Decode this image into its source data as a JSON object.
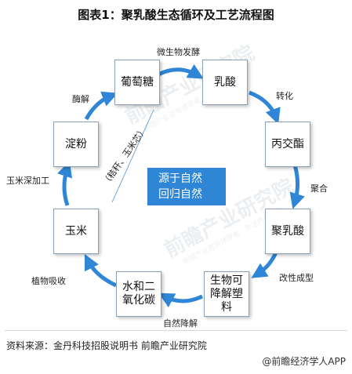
{
  "title": "图表1：聚乳酸生态循环及工艺流程图",
  "nodes": {
    "glucose": "葡萄糖",
    "lactic_acid": "乳酸",
    "lactide": "丙交酯",
    "pla": "聚乳酸",
    "biodegradable_line1": "生物可",
    "biodegradable_line2": "降解塑",
    "biodegradable_line3": "料",
    "co2_line1": "水和二",
    "co2_line2": "氧化碳",
    "corn": "玉米",
    "starch": "淀粉"
  },
  "edges": {
    "fermentation": "微生物发酵",
    "conversion": "转化",
    "polymerization": "聚合",
    "modification": "改性成型",
    "degradation": "自然降解",
    "plant_absorption": "植物吸收",
    "deep_processing": "玉米深加工",
    "enzymolysis": "酶解"
  },
  "center": {
    "line1": "源于自然",
    "line2": "回归自然"
  },
  "side_note": "（秸秆、玉米芯）",
  "watermark": {
    "main": "前瞻产业研究院",
    "sub": "中国产业咨询领导者 · 专注产业研究"
  },
  "footer": {
    "source": "资料来源：金丹科技招股说明书 前瞻产业研究院",
    "brand": "@前瞻经济学人APP"
  },
  "colors": {
    "arrow": "#2f86d6",
    "center_box": "#2f86d6",
    "node_border": "#8aa1b8"
  }
}
